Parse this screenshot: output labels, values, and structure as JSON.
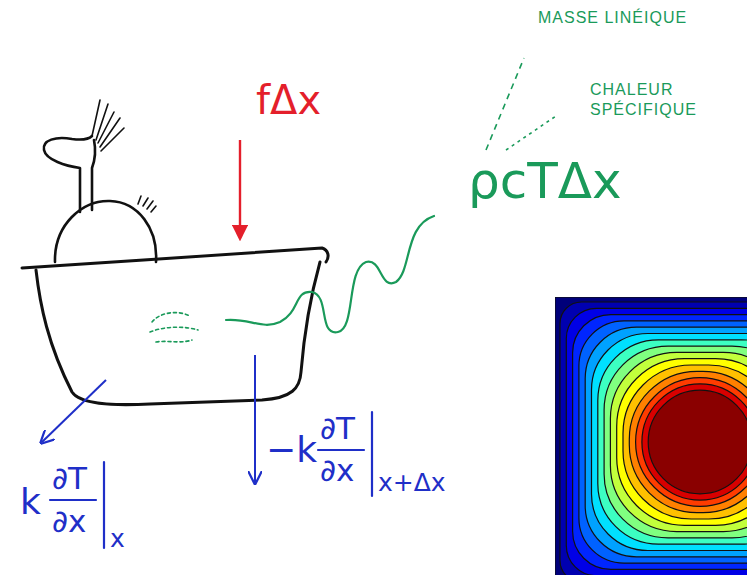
{
  "diagram": {
    "labels": [
      "MASSE LINÉIQUE",
      "CHALEUR SPÉCIFIQUE",
      "ρcTΔx",
      "fΔx",
      "−k",
      "∂T",
      "∂x",
      "x+Δx",
      "k",
      "∂T",
      "∂x",
      "x"
    ]
  }
}
